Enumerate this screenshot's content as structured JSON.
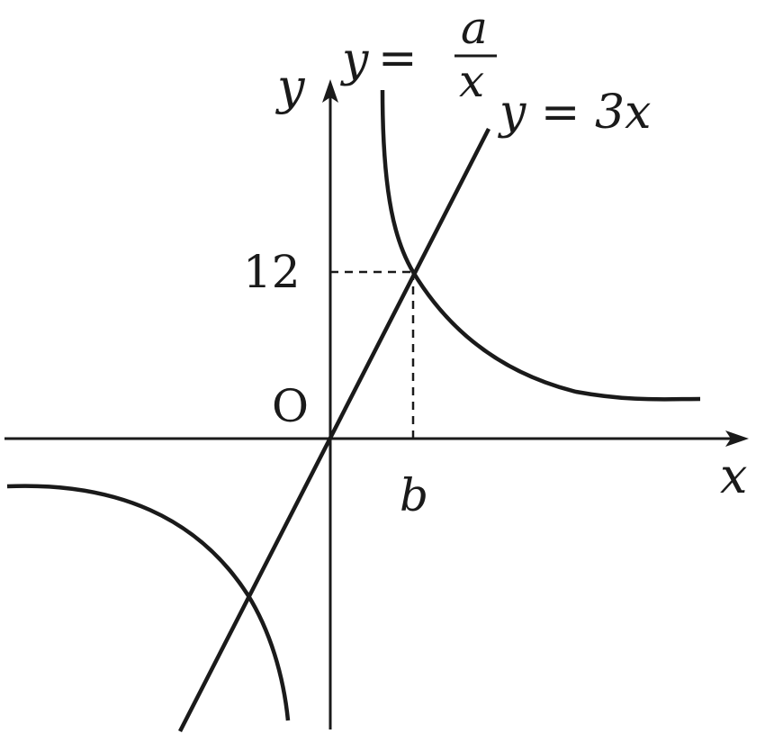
{
  "diagram": {
    "axis_x_label": "x",
    "axis_y_label": "y",
    "origin_label": "O",
    "y_tick_label": "12",
    "x_tick_label": "b",
    "hyperbola_label": {
      "lhs": "y",
      "eq": "=",
      "numerator": "a",
      "denominator": "x"
    },
    "line_label": "y = 3x"
  }
}
